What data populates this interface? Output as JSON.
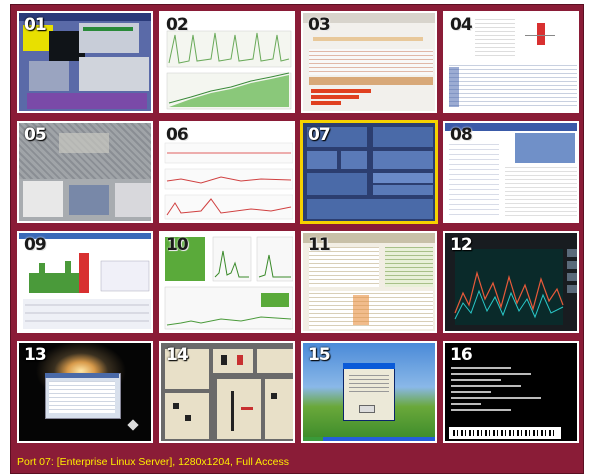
{
  "viewer": {
    "selected_port": "07",
    "status_text": "Port 07: [Enterprise Linux Server], 1280x1204, Full Access",
    "accent_color": "#8a1c37",
    "highlight_color": "#f6d200",
    "status_color": "#ffee00"
  },
  "ports": [
    {
      "num": "01",
      "thumb": "desktop-apps"
    },
    {
      "num": "02",
      "thumb": "line-graphs"
    },
    {
      "num": "03",
      "thumb": "spreadsheet"
    },
    {
      "num": "04",
      "thumb": "report-table"
    },
    {
      "num": "05",
      "thumb": "map-view"
    },
    {
      "num": "06",
      "thumb": "monitor-graphs"
    },
    {
      "num": "07",
      "thumb": "linux-server-console"
    },
    {
      "num": "08",
      "thumb": "file-explorer"
    },
    {
      "num": "09",
      "thumb": "bar-dashboard"
    },
    {
      "num": "10",
      "thumb": "green-graphs"
    },
    {
      "num": "11",
      "thumb": "data-grid"
    },
    {
      "num": "12",
      "thumb": "dark-spectrum"
    },
    {
      "num": "13",
      "thumb": "eclipse-desktop"
    },
    {
      "num": "14",
      "thumb": "schematic"
    },
    {
      "num": "15",
      "thumb": "windows-xp-dialog"
    },
    {
      "num": "16",
      "thumb": "command-terminal"
    }
  ]
}
